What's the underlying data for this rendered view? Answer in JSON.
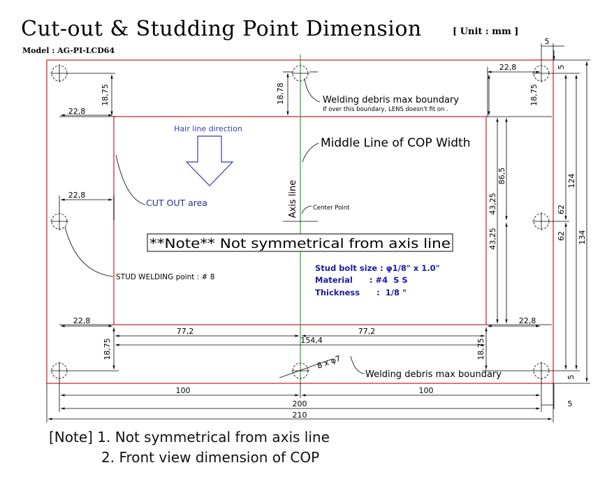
{
  "header": {
    "title": "Cut-out & Studding Point Dimension",
    "unit": "[ Unit : mm ]",
    "model": "Model : AG-PI-LCD64"
  },
  "dimensions": {
    "d_22_8": "22,8",
    "d_18_75": "18,75",
    "d_18_78": "18,78",
    "d_77_2": "77,2",
    "d_154_4": "154,4",
    "d_100": "100",
    "d_200": "200",
    "d_210": "210",
    "d_5": "5",
    "d_86_5": "86,5",
    "d_43_25": "43,25",
    "d_124": "124",
    "d_62": "62",
    "d_134": "134",
    "hole_spec": "8 x φ7"
  },
  "labels": {
    "weld_boundary": "Welding debris max boundary",
    "weld_boundary_note": "If over this boundary, LENS doesn't fit on .",
    "hair_line": "Hair line direction",
    "middle_line": "Middle Line of COP Width",
    "axis_line": "Axis line",
    "center_point": "Center Point",
    "cut_out": "CUT OUT area",
    "stud_welding": "STUD WELDING point : # 8",
    "note_box": "**Note** Not symmetrical from axis line",
    "weld_boundary_bottom": "Welding debris max boundary"
  },
  "specs": {
    "stud_bolt": "Stud bolt size : φ1/8\" x 1.0\"",
    "material": "Material      : #4  S S",
    "thickness": "Thickness      :  1/8 \""
  },
  "notes": {
    "line1": "[Note] 1. Not symmetrical from axis line",
    "line2": "2. Front view dimension of COP"
  },
  "colors": {
    "outline": "#d44a4a",
    "axis": "#2aa52a",
    "hair_arrow": "#3a3aa8",
    "spec_text": "#1a1aa8",
    "cut_out_text": "#2a2aa0"
  }
}
